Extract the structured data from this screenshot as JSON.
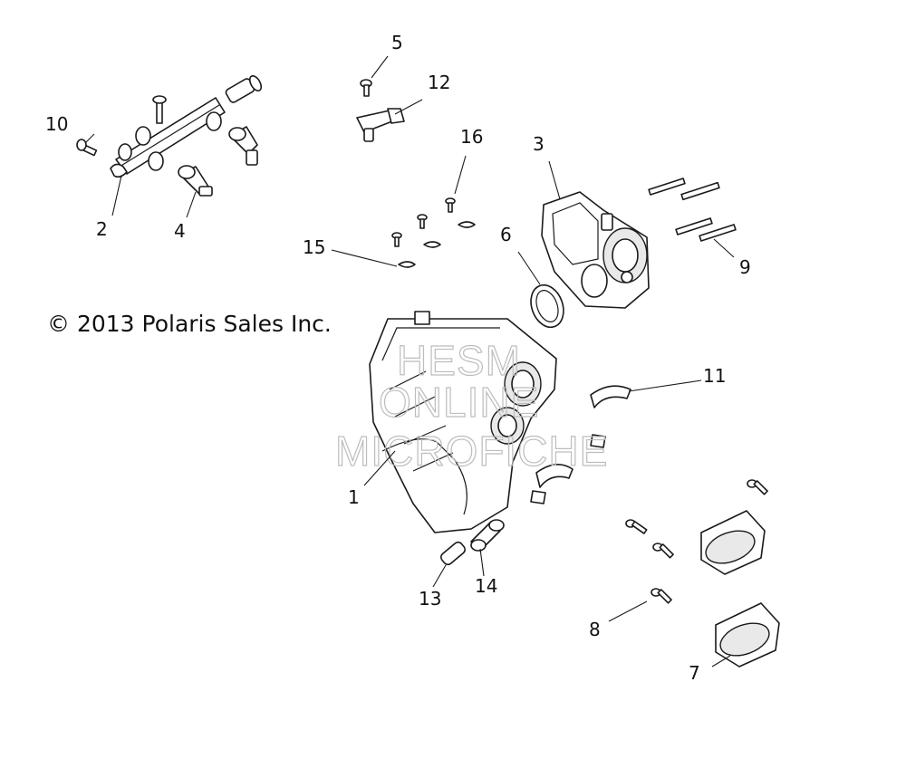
{
  "copyright": "© 2013 Polaris Sales Inc.",
  "watermark": {
    "line1": "HESM",
    "line2": "ONLINE",
    "line3": "MICROFICHE"
  },
  "callouts": {
    "c1": "1",
    "c2": "2",
    "c3": "3",
    "c4": "4",
    "c5": "5",
    "c6": "6",
    "c7": "7",
    "c8": "8",
    "c9": "9",
    "c10": "10",
    "c11": "11",
    "c12": "12",
    "c13": "13",
    "c14": "14",
    "c15": "15",
    "c16": "16"
  }
}
